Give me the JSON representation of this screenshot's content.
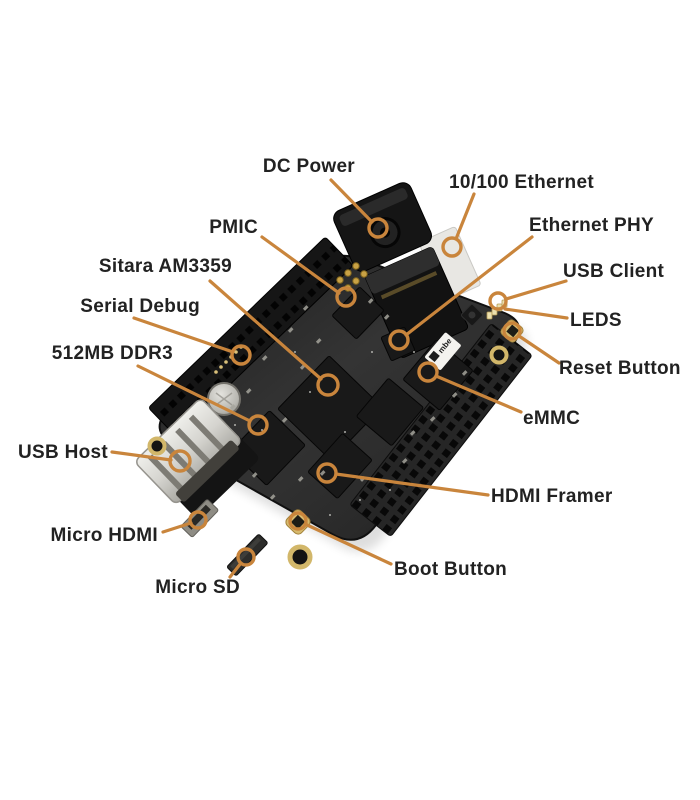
{
  "colors": {
    "callout": "#C9853C",
    "label_text": "#222222",
    "board": "#2B2B2B",
    "background": "#FFFFFF"
  },
  "board": {
    "logo_text": "mbe"
  },
  "annotations": [
    {
      "label": "DC Power",
      "target": "dc-power-jack",
      "side": "left"
    },
    {
      "label": "PMIC",
      "target": "pmic-chip",
      "side": "left"
    },
    {
      "label": "Sitara AM3359",
      "target": "sitara-am3359-chip",
      "side": "left"
    },
    {
      "label": "Serial Debug",
      "target": "serial-debug-header",
      "side": "left"
    },
    {
      "label": "512MB DDR3",
      "target": "ddr3-chip",
      "side": "left"
    },
    {
      "label": "USB Host",
      "target": "usb-host-port",
      "side": "left"
    },
    {
      "label": "Micro HDMI",
      "target": "micro-hdmi-port",
      "side": "left"
    },
    {
      "label": "Micro SD",
      "target": "micro-sd-slot",
      "side": "left"
    },
    {
      "label": "10/100 Ethernet",
      "target": "ethernet-jack",
      "side": "right"
    },
    {
      "label": "Ethernet PHY",
      "target": "ethernet-phy-chip",
      "side": "right"
    },
    {
      "label": "USB Client",
      "target": "usb-client-port",
      "side": "right"
    },
    {
      "label": "LEDS",
      "target": "led-cluster",
      "side": "right"
    },
    {
      "label": "Reset Button",
      "target": "reset-button",
      "side": "right"
    },
    {
      "label": "eMMC",
      "target": "emmc-chip",
      "side": "right"
    },
    {
      "label": "HDMI Framer",
      "target": "hdmi-framer-chip",
      "side": "right"
    },
    {
      "label": "Boot Button",
      "target": "boot-button",
      "side": "right"
    }
  ]
}
